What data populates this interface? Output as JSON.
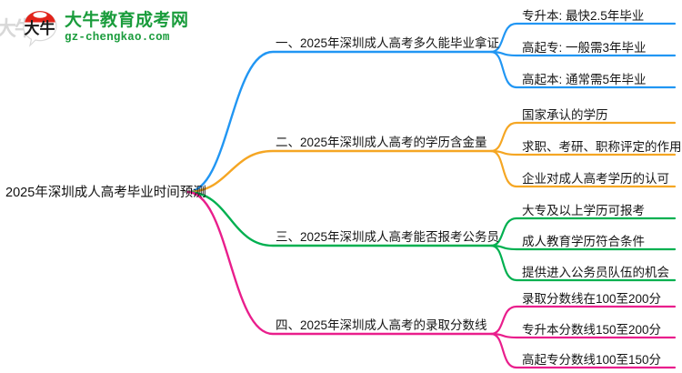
{
  "logo": {
    "badge_char": "大牛",
    "title": "大牛教育成考网",
    "domain": "gz-chengkao.com",
    "watermark": "大牛"
  },
  "mindmap": {
    "root": {
      "label": "2025年深圳成人高考毕业时间预测"
    },
    "branches": [
      {
        "label": "一、2025年深圳成人高考多久能毕业拿证",
        "color": "#2196F3",
        "leaves": [
          "专升本: 最快2.5年毕业",
          "高起专: 一般需3年毕业",
          "高起本: 通常需5年毕业"
        ]
      },
      {
        "label": "二、2025年深圳成人高考的学历含金量",
        "color": "#F5A623",
        "leaves": [
          "国家承认的学历",
          "求职、考研、职称评定的作用",
          "企业对成人高考学历的认可"
        ]
      },
      {
        "label": "三、2025年深圳成人高考能否报考公务员",
        "color": "#00B050",
        "leaves": [
          "大专及以上学历可报考",
          "成人教育学历符合条件",
          "提供进入公务员队伍的机会"
        ]
      },
      {
        "label": "四、2025年深圳成人高考的录取分数线",
        "color": "#E91E8C",
        "leaves": [
          "录取分数线在100至200分",
          "专升本分数线150至200分",
          "高起专分数线100至150分"
        ]
      }
    ]
  }
}
